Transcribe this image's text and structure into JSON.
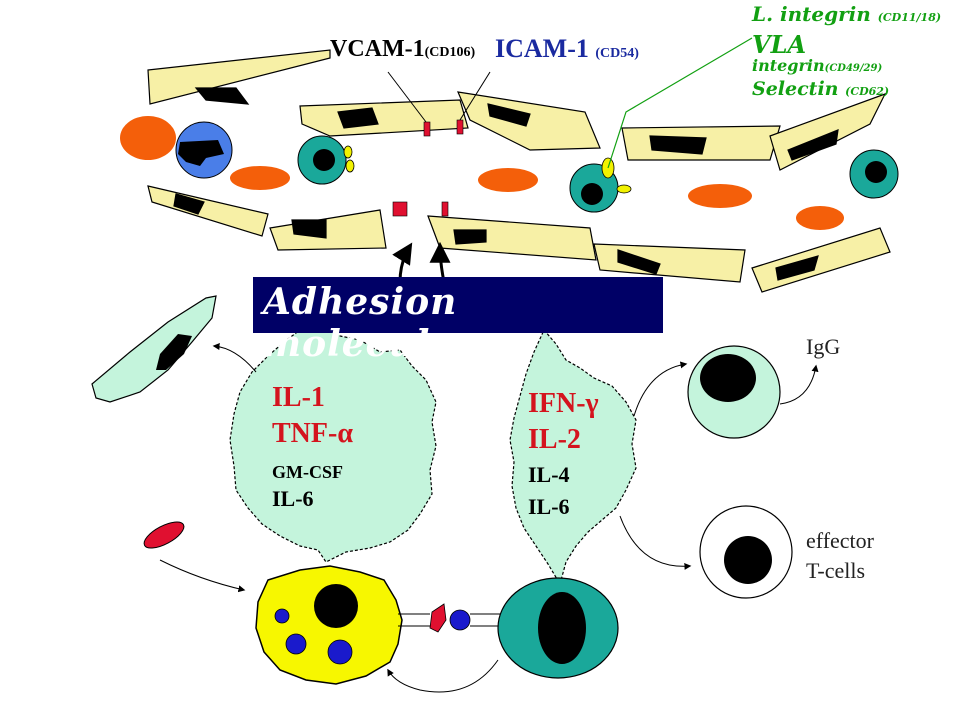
{
  "labels": {
    "vcam_main": "VCAM-1",
    "vcam_sub": "(CD106)",
    "icam_main": "ICAM-1",
    "icam_sub": "(CD54)",
    "l_integrin_main": "L. integrin",
    "l_integrin_sub": "(CD11/18)",
    "vla_line1": "VLA",
    "vla_line2": "integrin",
    "vla_sub": "(CD49/29)",
    "selectin_main": "Selectin",
    "selectin_sub": "(CD62)",
    "banner": "Adhesion molecules",
    "igg": "IgG",
    "effector_line1": "effector",
    "effector_line2": "T-cells"
  },
  "cytokines_left": {
    "line1": "IL-1",
    "line2": "TNF-α",
    "line3": "GM-CSF",
    "line4": "IL-6"
  },
  "cytokines_right": {
    "line1": "IFN-γ",
    "line2": "IL-2",
    "line3": "IL-4",
    "line4": "IL-6"
  },
  "colors": {
    "endothelial": "#f7f0a6",
    "nucleus": "#000000",
    "rbc_orange": "#f45f0a",
    "teal_cell": "#1aa89a",
    "mint_cloud": "#c4f4dc",
    "macrophage": "#f7f700",
    "banner_bg": "#000066",
    "red_molecule": "#e01030",
    "blue_molecule": "#1a1acc",
    "green_text": "#12a012",
    "red_text": "#d4141e"
  }
}
